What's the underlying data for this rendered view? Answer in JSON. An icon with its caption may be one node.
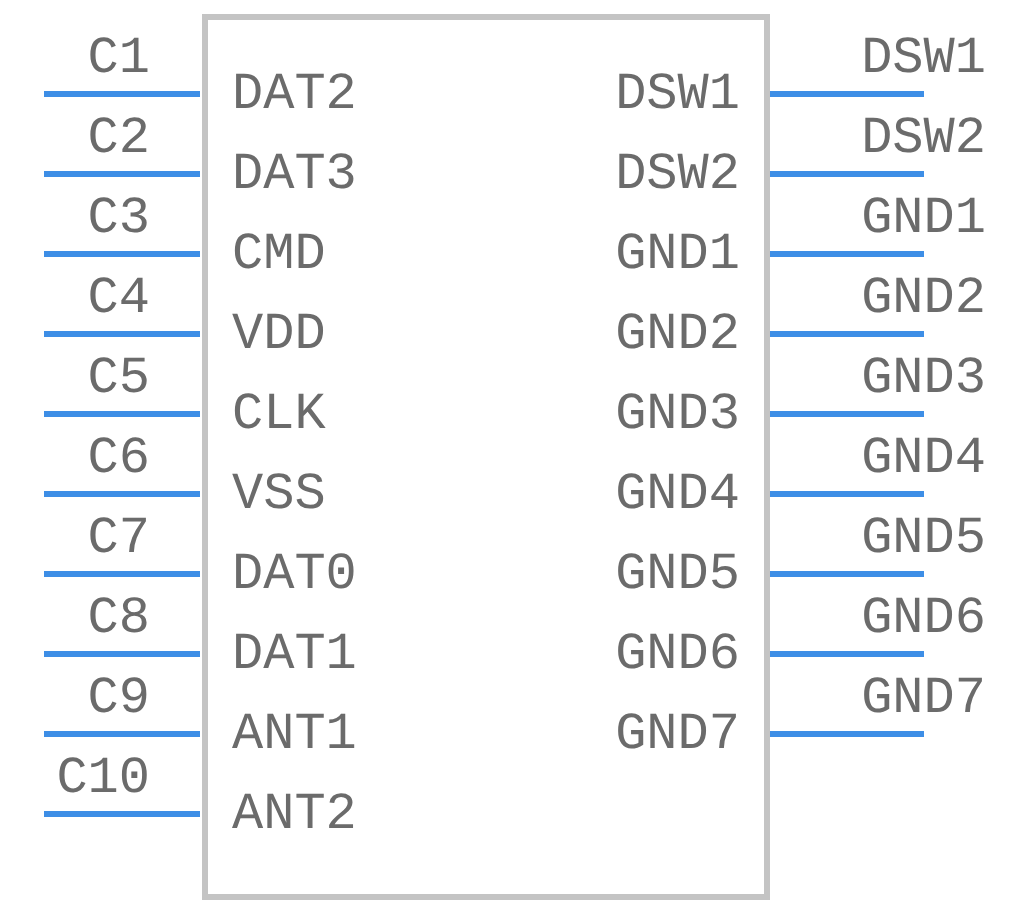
{
  "diagram": {
    "nodes": [
      {
        "text": [
          "DAT2",
          "DAT3",
          "CMD",
          "VDD",
          "CLK",
          "VSS",
          "DAT0",
          "DAT1",
          "ANT1",
          "ANT2",
          "DSW1",
          "DSW2",
          "GND1",
          "GND2",
          "GND3",
          "GND4",
          "GND5",
          "GND6",
          "GND7"
        ]
      }
    ],
    "edges": [],
    "labels": [
      "C1",
      "C2",
      "C3",
      "C4",
      "C5",
      "C6",
      "C7",
      "C8",
      "C9",
      "C10",
      "DSW1",
      "DSW2",
      "GND1",
      "GND2",
      "GND3",
      "GND4",
      "GND5",
      "GND6",
      "GND7"
    ]
  }
}
